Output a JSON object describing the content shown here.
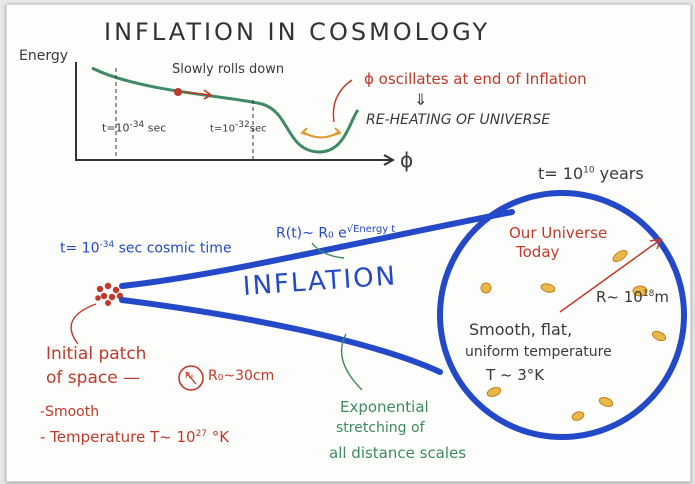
{
  "title": "INFLATION IN COSMOLOGY",
  "graph": {
    "ylabel": "Energy",
    "xlabel": "ϕ",
    "rolls_label": "Slowly rolls down",
    "t1_label": "t=10",
    "t1_exp": "-34",
    "t1_unit": "sec",
    "t2_label": "t=10",
    "t2_exp": "-32",
    "t2_unit": "sec"
  },
  "oscillates": "ϕ oscillates at end of Inflation",
  "down_arrow": "⇓",
  "reheating": "RE-HEATING OF UNIVERSE",
  "initial_time": {
    "prefix": "t= 10",
    "exp": "-34",
    "suffix": "sec cosmic time"
  },
  "growth_formula": {
    "main": "R(t)~ R₀ e",
    "exp": "√Energy t"
  },
  "inflation_label": "INFLATION",
  "today_time": {
    "prefix": "t= 10",
    "exp": "10",
    "suffix": "years"
  },
  "our_universe": {
    "line1": "Our Universe",
    "line2": "Today"
  },
  "radius": {
    "prefix": "R~ 10",
    "exp": "18",
    "suffix": "m"
  },
  "smooth": {
    "line1": "Smooth, flat,",
    "line2": "uniform temperature",
    "line3": "T ~ 3°K"
  },
  "patch": {
    "line1": "Initial patch",
    "line2": "of space —",
    "r0_symbol": "R₀",
    "r0_value": "R₀~30cm"
  },
  "properties": {
    "smooth": "-Smooth",
    "temp_prefix": "- Temperature T~ 10",
    "temp_exp": "27",
    "temp_suffix": "°K"
  },
  "exponential": {
    "line1": "Exponential",
    "line2": "stretching of",
    "line3": "all distance scales"
  },
  "colors": {
    "red": "#c0392b",
    "blue": "#2449c8",
    "green": "#3e8a66",
    "orange": "#e09a2a",
    "dark": "#3a3a3a"
  }
}
